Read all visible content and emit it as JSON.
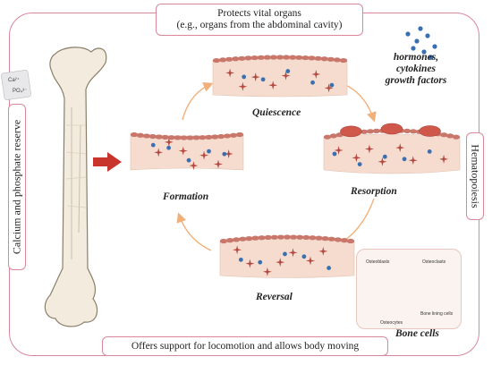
{
  "top_box": {
    "line1": "Protects vital organs",
    "line2": "(e.g., organs from the abdominal cavity)"
  },
  "bottom_box": {
    "text": "Offers support for locomotion and allows body moving"
  },
  "left_box": {
    "text": "Calcium and phosphate reserve"
  },
  "right_box": {
    "text": "Hematopoiesis"
  },
  "ions": {
    "calcium": "Ca²⁺",
    "phosphate": "PO₄³⁻"
  },
  "signals": {
    "line1": "hormones,",
    "line2": "cytokines",
    "line3": "growth factors"
  },
  "stages": {
    "quiescence": "Quiescence",
    "resorption": "Resorption",
    "reversal": "Reversal",
    "formation": "Formation"
  },
  "legend": {
    "title": "Bone cells",
    "osteoblasts": "Osteoblasts",
    "osteoclasts": "Osteoclasts",
    "osteocytes": "Osteocytes",
    "lining_cells": "Bone lining cells"
  },
  "colors": {
    "frame": "#d9889c",
    "bone_tissue": "#f6dccf",
    "cell_layer": "#c9776a",
    "osteocyte": "#b4473e",
    "mineral_dot": "#3a6fb0",
    "arrow": "#f1b07a",
    "red_arrow": "#c8352c"
  }
}
